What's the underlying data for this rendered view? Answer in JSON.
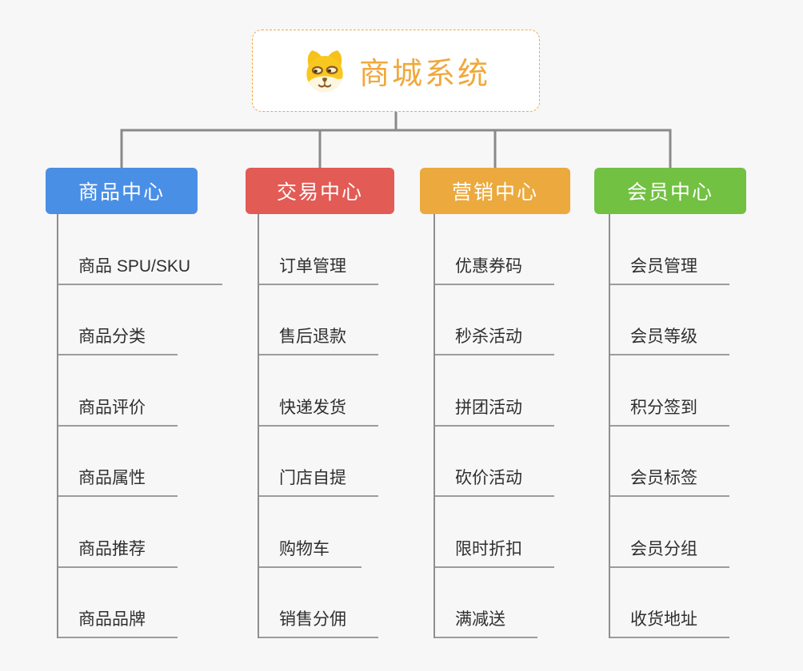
{
  "root": {
    "title": "商城系统",
    "icon": "dog-face-logo"
  },
  "branches": [
    {
      "label": "商品中心",
      "color": "#4a8fe6",
      "items": [
        "商品 SPU/SKU",
        "商品分类",
        "商品评价",
        "商品属性",
        "商品推荐",
        "商品品牌"
      ]
    },
    {
      "label": "交易中心",
      "color": "#e25b55",
      "items": [
        "订单管理",
        "售后退款",
        "快递发货",
        "门店自提",
        "购物车",
        "销售分佣"
      ]
    },
    {
      "label": "营销中心",
      "color": "#eba93e",
      "items": [
        "优惠券码",
        "秒杀活动",
        "拼团活动",
        "砍价活动",
        "限时折扣",
        "满减送"
      ]
    },
    {
      "label": "会员中心",
      "color": "#72c142",
      "items": [
        "会员管理",
        "会员等级",
        "积分签到",
        "会员标签",
        "会员分组",
        "收货地址"
      ]
    }
  ],
  "colors": {
    "background": "#f7f7f7",
    "connector": "#8a8a8a",
    "underline": "#9c9c9c",
    "item_text": "#2f2f2f",
    "root_border": "#efa94c",
    "root_title": "#f0a83c"
  }
}
